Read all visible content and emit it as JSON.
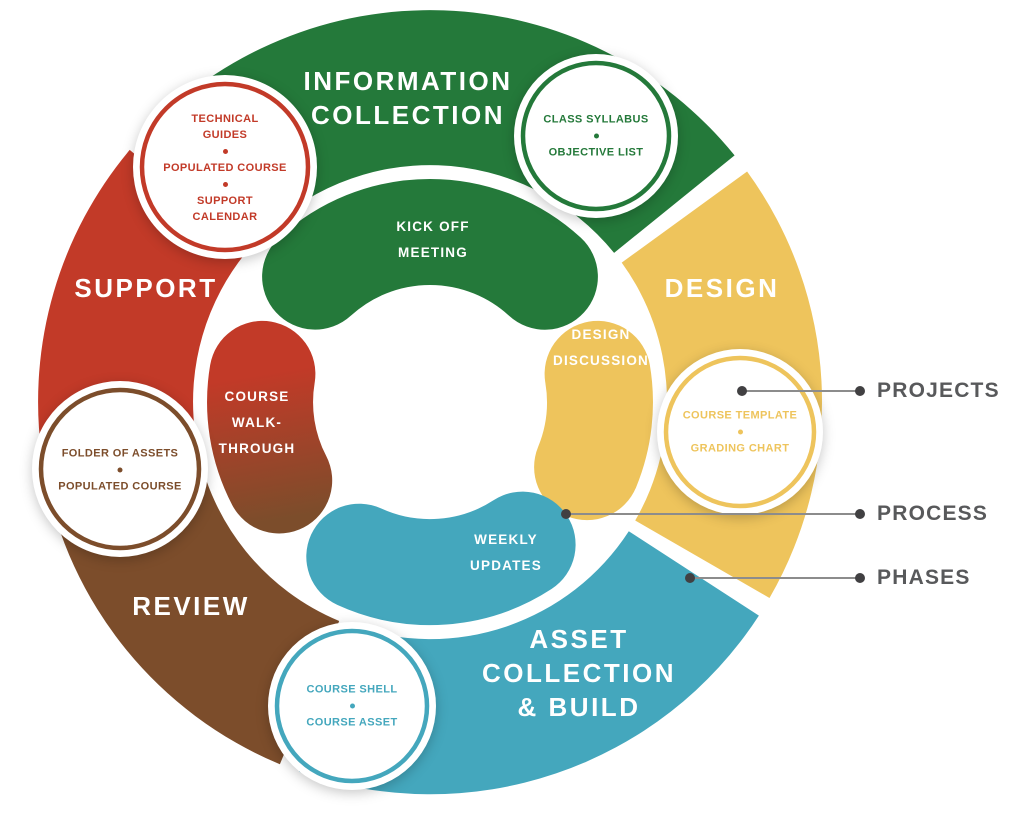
{
  "diagram": {
    "type": "circular-process",
    "colors": {
      "green": "#24793a",
      "yellow": "#eec45c",
      "teal": "#44a7bd",
      "brown": "#7c4d2b",
      "red": "#c23a28",
      "legend_text": "#58595b",
      "legend_line": "#8c8c8c",
      "legend_dot": "#414042"
    },
    "phases": [
      {
        "id": "information-collection",
        "lines": [
          "INFORMATION",
          "COLLECTION"
        ],
        "color": "#24793a"
      },
      {
        "id": "design",
        "lines": [
          "DESIGN"
        ],
        "color": "#eec45c"
      },
      {
        "id": "asset-collection-build",
        "lines": [
          "ASSET",
          "COLLECTION",
          "& BUILD"
        ],
        "color": "#44a7bd"
      },
      {
        "id": "review",
        "lines": [
          "REVIEW"
        ],
        "color": "#7c4d2b"
      },
      {
        "id": "support",
        "lines": [
          "SUPPORT"
        ],
        "color": "#c23a28"
      }
    ],
    "process_steps": [
      {
        "id": "kick-off-meeting",
        "lines": [
          "KICK OFF",
          "MEETING"
        ],
        "color": "#24793a"
      },
      {
        "id": "design-discussion",
        "lines": [
          "DESIGN",
          "DISCUSSION"
        ],
        "color": "#eec45c"
      },
      {
        "id": "weekly-updates",
        "lines": [
          "WEEKLY",
          "UPDATES"
        ],
        "color": "#44a7bd"
      },
      {
        "id": "course-walk-through",
        "lines": [
          "COURSE",
          "WALK-",
          "THROUGH"
        ],
        "color_start": "#c23a28",
        "color_end": "#7c4d2b"
      }
    ],
    "projects": [
      {
        "id": "information-collection-projects",
        "color": "#24793a",
        "items": [
          [
            "CLASS SYLLABUS"
          ],
          [
            "OBJECTIVE LIST"
          ]
        ]
      },
      {
        "id": "design-projects",
        "color": "#eec45c",
        "items": [
          [
            "COURSE TEMPLATE"
          ],
          [
            "GRADING CHART"
          ]
        ]
      },
      {
        "id": "asset-collection-build-projects",
        "color": "#44a7bd",
        "items": [
          [
            "COURSE SHELL"
          ],
          [
            "COURSE ASSET"
          ]
        ]
      },
      {
        "id": "review-projects",
        "color": "#7c4d2b",
        "items": [
          [
            "FOLDER OF ASSETS"
          ],
          [
            "POPULATED COURSE"
          ]
        ]
      },
      {
        "id": "support-projects",
        "color": "#c23a28",
        "items": [
          [
            "TECHNICAL",
            "GUIDES"
          ],
          [
            "POPULATED COURSE"
          ],
          [
            "SUPPORT",
            "CALENDAR"
          ]
        ]
      }
    ],
    "legend": [
      {
        "id": "projects",
        "label": "PROJECTS"
      },
      {
        "id": "process",
        "label": "PROCESS"
      },
      {
        "id": "phases",
        "label": "PHASES"
      }
    ]
  }
}
